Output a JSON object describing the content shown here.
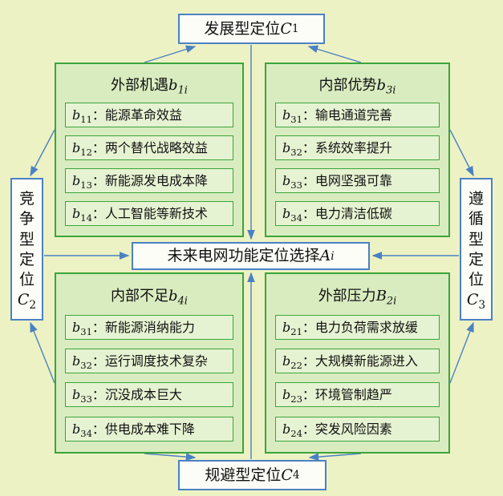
{
  "colors": {
    "bg": "#edf2c4",
    "green": "#3ba53b",
    "green_fill": "#d9ecc0",
    "item_fill": "#e6f3d2",
    "blue": "#4b81c2",
    "box_fill": "#fdfdf8",
    "text": "#111111"
  },
  "center": {
    "text": "未来电网功能定位选择",
    "var": "A",
    "sub": "i"
  },
  "positions": {
    "top": {
      "text": "发展型定位",
      "var": "C",
      "sub": "1"
    },
    "left": {
      "text": "竞争型定位",
      "var": "C",
      "sub": "2"
    },
    "right": {
      "text": "遵循型定位",
      "var": "C",
      "sub": "3"
    },
    "bottom": {
      "text": "规避型定位",
      "var": "C",
      "sub": "4"
    }
  },
  "groups": {
    "tl": {
      "title": "外部机遇",
      "var": "b",
      "sub": "1i",
      "items": [
        {
          "var": "b",
          "sub": "11",
          "text": "：能源革命效益"
        },
        {
          "var": "b",
          "sub": "12",
          "text": "：两个替代战略效益"
        },
        {
          "var": "b",
          "sub": "13",
          "text": "：新能源发电成本降"
        },
        {
          "var": "b",
          "sub": "14",
          "text": "：人工智能等新技术"
        }
      ]
    },
    "tr": {
      "title": "内部优势",
      "var": "b",
      "sub": "3i",
      "items": [
        {
          "var": "b",
          "sub": "31",
          "text": "：输电通道完善"
        },
        {
          "var": "b",
          "sub": "32",
          "text": "：系统效率提升"
        },
        {
          "var": "b",
          "sub": "33",
          "text": "：电网坚强可靠"
        },
        {
          "var": "b",
          "sub": "34",
          "text": "：电力清洁低碳"
        }
      ]
    },
    "bl": {
      "title": "内部不足",
      "var": "b",
      "sub": "4i",
      "items": [
        {
          "var": "b",
          "sub": "31",
          "text": "：新能源消纳能力"
        },
        {
          "var": "b",
          "sub": "32",
          "text": "：运行调度技术复杂"
        },
        {
          "var": "b",
          "sub": "33",
          "text": "：沉没成本巨大"
        },
        {
          "var": "b",
          "sub": "34",
          "text": "：供电成本难下降"
        }
      ]
    },
    "br": {
      "title": "外部压力",
      "var": "B",
      "sub": "2i",
      "items": [
        {
          "var": "b",
          "sub": "21",
          "text": "：电力负荷需求放缓"
        },
        {
          "var": "b",
          "sub": "22",
          "text": "：大规模新能源进入"
        },
        {
          "var": "b",
          "sub": "23",
          "text": "：环境管制趋严"
        },
        {
          "var": "b",
          "sub": "24",
          "text": "：突发风险因素"
        }
      ]
    }
  }
}
